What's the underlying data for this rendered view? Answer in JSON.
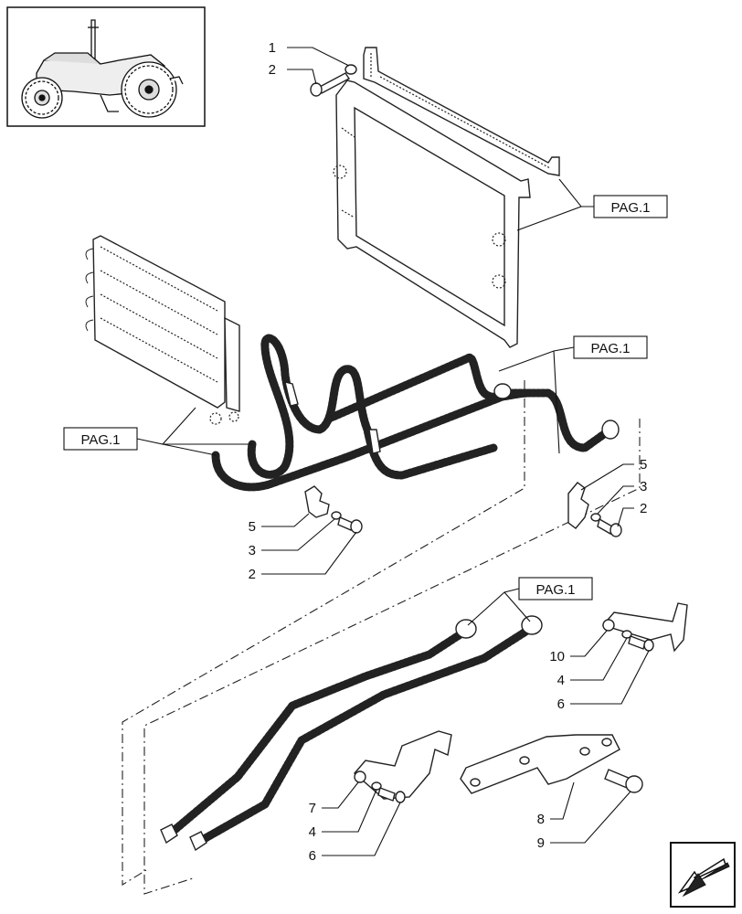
{
  "reference_tag": "PAG.1",
  "callouts": {
    "top_left": [
      "1",
      "2"
    ],
    "right_upper": [
      "5",
      "3",
      "2"
    ],
    "left_middle": [
      "5",
      "3",
      "2"
    ],
    "right_bracket": [
      "10",
      "4",
      "6"
    ],
    "bottom_bracket": [
      "7",
      "4",
      "6"
    ],
    "bottom_right": [
      "8",
      "9"
    ]
  },
  "icons": {
    "thumbnail": "tractor-icon",
    "corner": "arrow-down-left-icon"
  }
}
